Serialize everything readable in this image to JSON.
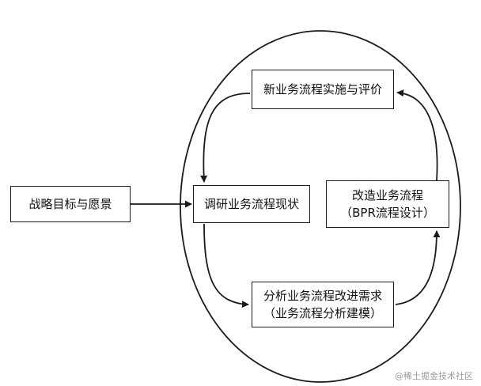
{
  "diagram": {
    "nodes": {
      "strategy": {
        "label": "战略目标与愿景"
      },
      "survey": {
        "label": "调研业务流程现状"
      },
      "new_process": {
        "label": "新业务流程实施与评价"
      },
      "redesign": {
        "line1": "改造业务流程",
        "line2": "（BPR流程设计）"
      },
      "analyze": {
        "line1": "分析业务流程改进需求",
        "line2": "（业务流程分析建模）"
      }
    },
    "edges": [
      {
        "from": "strategy",
        "to": "survey"
      },
      {
        "from": "survey",
        "to": "analyze"
      },
      {
        "from": "analyze",
        "to": "redesign"
      },
      {
        "from": "redesign",
        "to": "new_process"
      },
      {
        "from": "new_process",
        "to": "survey"
      }
    ],
    "line_color": "#1a1a1a"
  },
  "watermark": {
    "text": "@稀土掘金技术社区"
  }
}
